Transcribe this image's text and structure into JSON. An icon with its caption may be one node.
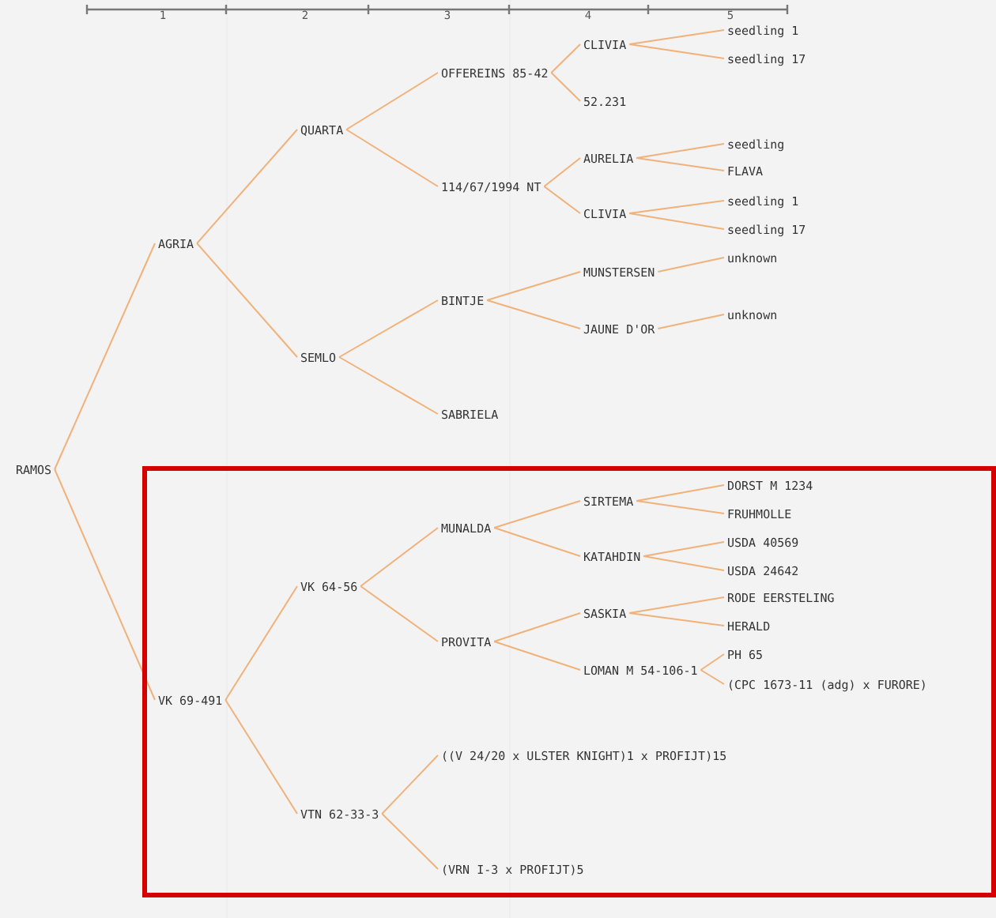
{
  "diagram": {
    "nodes": [
      {
        "text": [
          "RAMOS"
        ]
      },
      {
        "text": [
          "AGRIA"
        ]
      },
      {
        "text": [
          "QUARTA"
        ]
      },
      {
        "text": [
          "OFFEREINS 85-42"
        ]
      },
      {
        "text": [
          "CLIVIA"
        ]
      },
      {
        "text": [
          "seedling 1"
        ]
      },
      {
        "text": [
          "seedling 17"
        ]
      },
      {
        "text": [
          "52.231"
        ]
      },
      {
        "text": [
          "114/67/1994 NT"
        ]
      },
      {
        "text": [
          "AURELIA"
        ]
      },
      {
        "text": [
          "seedling"
        ]
      },
      {
        "text": [
          "FLAVA"
        ]
      },
      {
        "text": [
          "CLIVIA"
        ]
      },
      {
        "text": [
          "seedling 1"
        ]
      },
      {
        "text": [
          "seedling 17"
        ]
      },
      {
        "text": [
          "BINTJE"
        ]
      },
      {
        "text": [
          "MUNSTERSEN"
        ]
      },
      {
        "text": [
          "unknown"
        ]
      },
      {
        "text": [
          "JAUNE D'OR"
        ]
      },
      {
        "text": [
          "unknown"
        ]
      },
      {
        "text": [
          "SEMLO"
        ]
      },
      {
        "text": [
          "SABRIELA"
        ]
      },
      {
        "text": [],
        "shape": "box"
      },
      {
        "text": [
          "VK 69-491"
        ],
        "in": 22
      },
      {
        "text": [
          "VK 64-56"
        ],
        "in": 22
      },
      {
        "text": [
          "MUNALDA"
        ],
        "in": 22
      },
      {
        "text": [
          "SIRTEMA"
        ],
        "in": 22
      },
      {
        "text": [
          "DORST M 1234"
        ],
        "in": 22
      },
      {
        "text": [
          "FRUHMOLLE"
        ],
        "in": 22
      },
      {
        "text": [
          "KATAHDIN"
        ],
        "in": 22
      },
      {
        "text": [
          "USDA 40569"
        ],
        "in": 22
      },
      {
        "text": [
          "USDA 24642"
        ],
        "in": 22
      },
      {
        "text": [
          "PROVITA"
        ],
        "in": 22
      },
      {
        "text": [
          "SASKIA"
        ],
        "in": 22
      },
      {
        "text": [
          "RODE EERSTELING"
        ],
        "in": 22
      },
      {
        "text": [
          "HERALD"
        ],
        "in": 22
      },
      {
        "text": [
          "LOMAN M 54-106-1"
        ],
        "in": 22
      },
      {
        "text": [
          "PH 65"
        ],
        "in": 22
      },
      {
        "text": [
          "(CPC 1673-11 (adg) x FURORE)"
        ],
        "in": 22
      },
      {
        "text": [
          "VTN 62-33-3"
        ],
        "in": 22
      },
      {
        "text": [
          "((V 24/20 x ULSTER KNIGHT)1 x PROFIJT)15"
        ],
        "in": 22
      },
      {
        "text": [
          "(VRN I-3 x PROFIJT)5"
        ],
        "in": 22
      }
    ],
    "edges": [
      {
        "from": 0,
        "to": 1,
        "arrow": "none"
      },
      {
        "from": 0,
        "to": 23,
        "arrow": "none"
      },
      {
        "from": 1,
        "to": 2,
        "arrow": "none"
      },
      {
        "from": 1,
        "to": 20,
        "arrow": "none"
      },
      {
        "from": 2,
        "to": 3,
        "arrow": "none"
      },
      {
        "from": 2,
        "to": 8,
        "arrow": "none"
      },
      {
        "from": 3,
        "to": 4,
        "arrow": "none"
      },
      {
        "from": 3,
        "to": 7,
        "arrow": "none"
      },
      {
        "from": 4,
        "to": 5,
        "arrow": "none"
      },
      {
        "from": 4,
        "to": 6,
        "arrow": "none"
      },
      {
        "from": 8,
        "to": 9,
        "arrow": "none"
      },
      {
        "from": 8,
        "to": 12,
        "arrow": "none"
      },
      {
        "from": 9,
        "to": 10,
        "arrow": "none"
      },
      {
        "from": 9,
        "to": 11,
        "arrow": "none"
      },
      {
        "from": 12,
        "to": 13,
        "arrow": "none"
      },
      {
        "from": 12,
        "to": 14,
        "arrow": "none"
      },
      {
        "from": 20,
        "to": 15,
        "arrow": "none"
      },
      {
        "from": 20,
        "to": 21,
        "arrow": "none"
      },
      {
        "from": 15,
        "to": 16,
        "arrow": "none"
      },
      {
        "from": 15,
        "to": 18,
        "arrow": "none"
      },
      {
        "from": 16,
        "to": 17,
        "arrow": "none"
      },
      {
        "from": 18,
        "to": 19,
        "arrow": "none"
      },
      {
        "from": 23,
        "to": 24,
        "arrow": "none"
      },
      {
        "from": 23,
        "to": 39,
        "arrow": "none"
      },
      {
        "from": 24,
        "to": 25,
        "arrow": "none"
      },
      {
        "from": 24,
        "to": 32,
        "arrow": "none"
      },
      {
        "from": 25,
        "to": 26,
        "arrow": "none"
      },
      {
        "from": 25,
        "to": 29,
        "arrow": "none"
      },
      {
        "from": 26,
        "to": 27,
        "arrow": "none"
      },
      {
        "from": 26,
        "to": 28,
        "arrow": "none"
      },
      {
        "from": 29,
        "to": 30,
        "arrow": "none"
      },
      {
        "from": 29,
        "to": 31,
        "arrow": "none"
      },
      {
        "from": 32,
        "to": 33,
        "arrow": "none"
      },
      {
        "from": 32,
        "to": 36,
        "arrow": "none"
      },
      {
        "from": 33,
        "to": 34,
        "arrow": "none"
      },
      {
        "from": 33,
        "to": 35,
        "arrow": "none"
      },
      {
        "from": 36,
        "to": 37,
        "arrow": "none"
      },
      {
        "from": 36,
        "to": 38,
        "arrow": "none"
      },
      {
        "from": 39,
        "to": 40,
        "arrow": "none"
      },
      {
        "from": 39,
        "to": 41,
        "arrow": "none"
      }
    ],
    "labels": [
      "1",
      "2",
      "3",
      "4",
      "5"
    ]
  }
}
